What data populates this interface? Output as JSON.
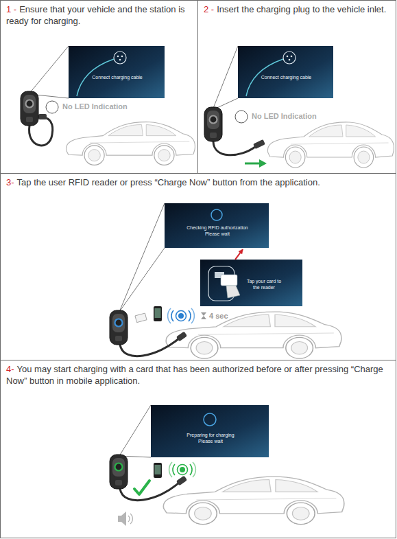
{
  "diagram": {
    "nodes": [
      {
        "text": [
          "1 -",
          "Ensure that your vehicle and the station is ready for charging."
        ]
      },
      {
        "text": [
          "Connect charging cable"
        ],
        "in": 0
      },
      {
        "text": [
          "2 -",
          "Insert the charging plug to the vehicle inlet."
        ]
      },
      {
        "text": [
          "Connect charging cable"
        ],
        "in": 2
      },
      {
        "text": [
          "3-",
          "Tap the user RFID reader or press “Charge Now” button from the application."
        ]
      },
      {
        "text": [
          "Checking RFID authorization",
          "Please wait"
        ],
        "in": 4
      },
      {
        "text": [
          "Tap your card to the reader"
        ],
        "in": 4
      },
      {
        "text": [
          "4-",
          "You may start charging with a card that has been authorized before or after pressing “Charge Now” button in mobile application."
        ]
      },
      {
        "text": [
          "Preparing for charging",
          "Please wait"
        ],
        "in": 7
      }
    ],
    "edges": [
      {
        "from": 6,
        "to": 5,
        "arrow": "to"
      }
    ],
    "labels": [
      "No LED Indication",
      "No LED Indication",
      "4 sec"
    ]
  }
}
